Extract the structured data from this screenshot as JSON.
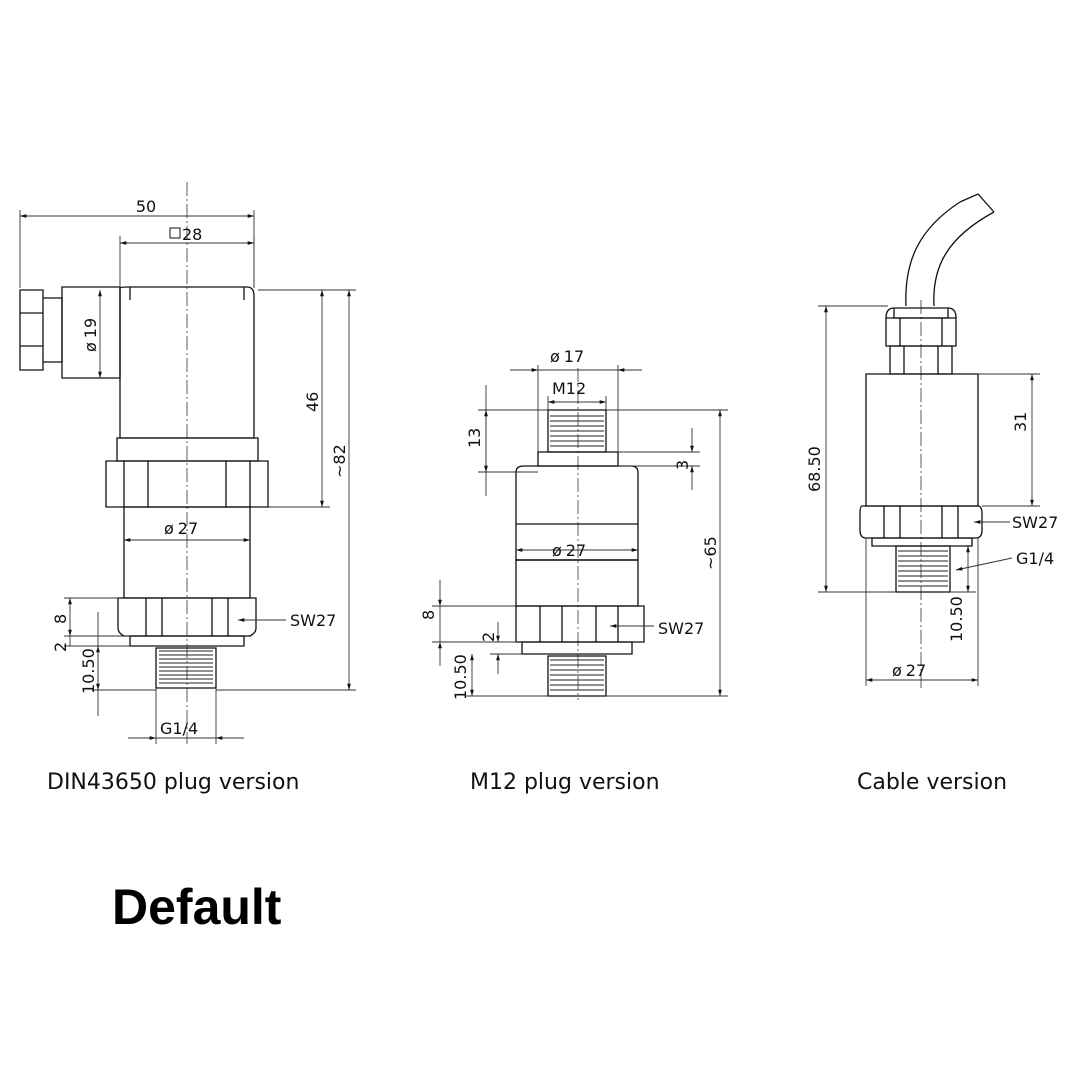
{
  "views": [
    {
      "id": "din",
      "caption": "DIN43650 plug version",
      "dims": {
        "width": "50",
        "square": "28",
        "plug_dia": "19",
        "upper_height": "46",
        "total_height": "~82",
        "body_dia": "27",
        "hex": "SW27",
        "hex_height": "8",
        "gap": "2",
        "thread_len": "10.50",
        "thread": "G1/4"
      }
    },
    {
      "id": "m12",
      "caption": "M12 plug version",
      "dims": {
        "connector_dia": "17",
        "connector": "M12",
        "connector_height": "13",
        "shoulder": "3",
        "body_dia": "27",
        "total_height": "~65",
        "hex_height": "8",
        "gap": "2",
        "hex": "SW27",
        "thread_len": "10.50"
      }
    },
    {
      "id": "cable",
      "caption": "Cable version",
      "dims": {
        "total_height": "68.50",
        "body_height": "31",
        "hex": "SW27",
        "thread": "G1/4",
        "thread_len": "10.50",
        "body_dia": "27"
      }
    }
  ],
  "title": "Default"
}
